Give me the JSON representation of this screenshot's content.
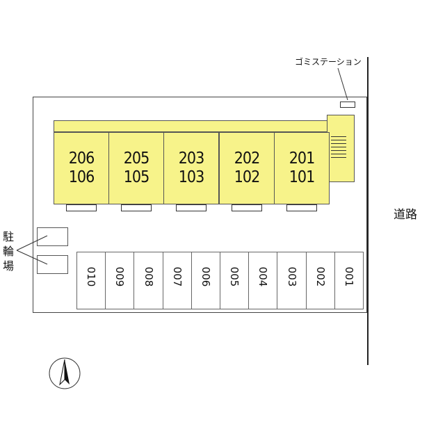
{
  "units": [
    {
      "upper": "206",
      "lower": "106"
    },
    {
      "upper": "205",
      "lower": "105"
    },
    {
      "upper": "203",
      "lower": "103"
    },
    {
      "upper": "202",
      "lower": "102"
    },
    {
      "upper": "201",
      "lower": "101"
    }
  ],
  "parking_spaces": [
    "010",
    "009",
    "008",
    "007",
    "006",
    "005",
    "004",
    "003",
    "002",
    "001"
  ],
  "labels": {
    "garbage_station": "ゴミステーション",
    "road": "道路",
    "bicycle_parking": "駐輪場"
  },
  "colors": {
    "building_fill": "#f7f38a",
    "outline": "#444444"
  },
  "icons": {
    "north_arrow": "north-arrow-icon"
  }
}
